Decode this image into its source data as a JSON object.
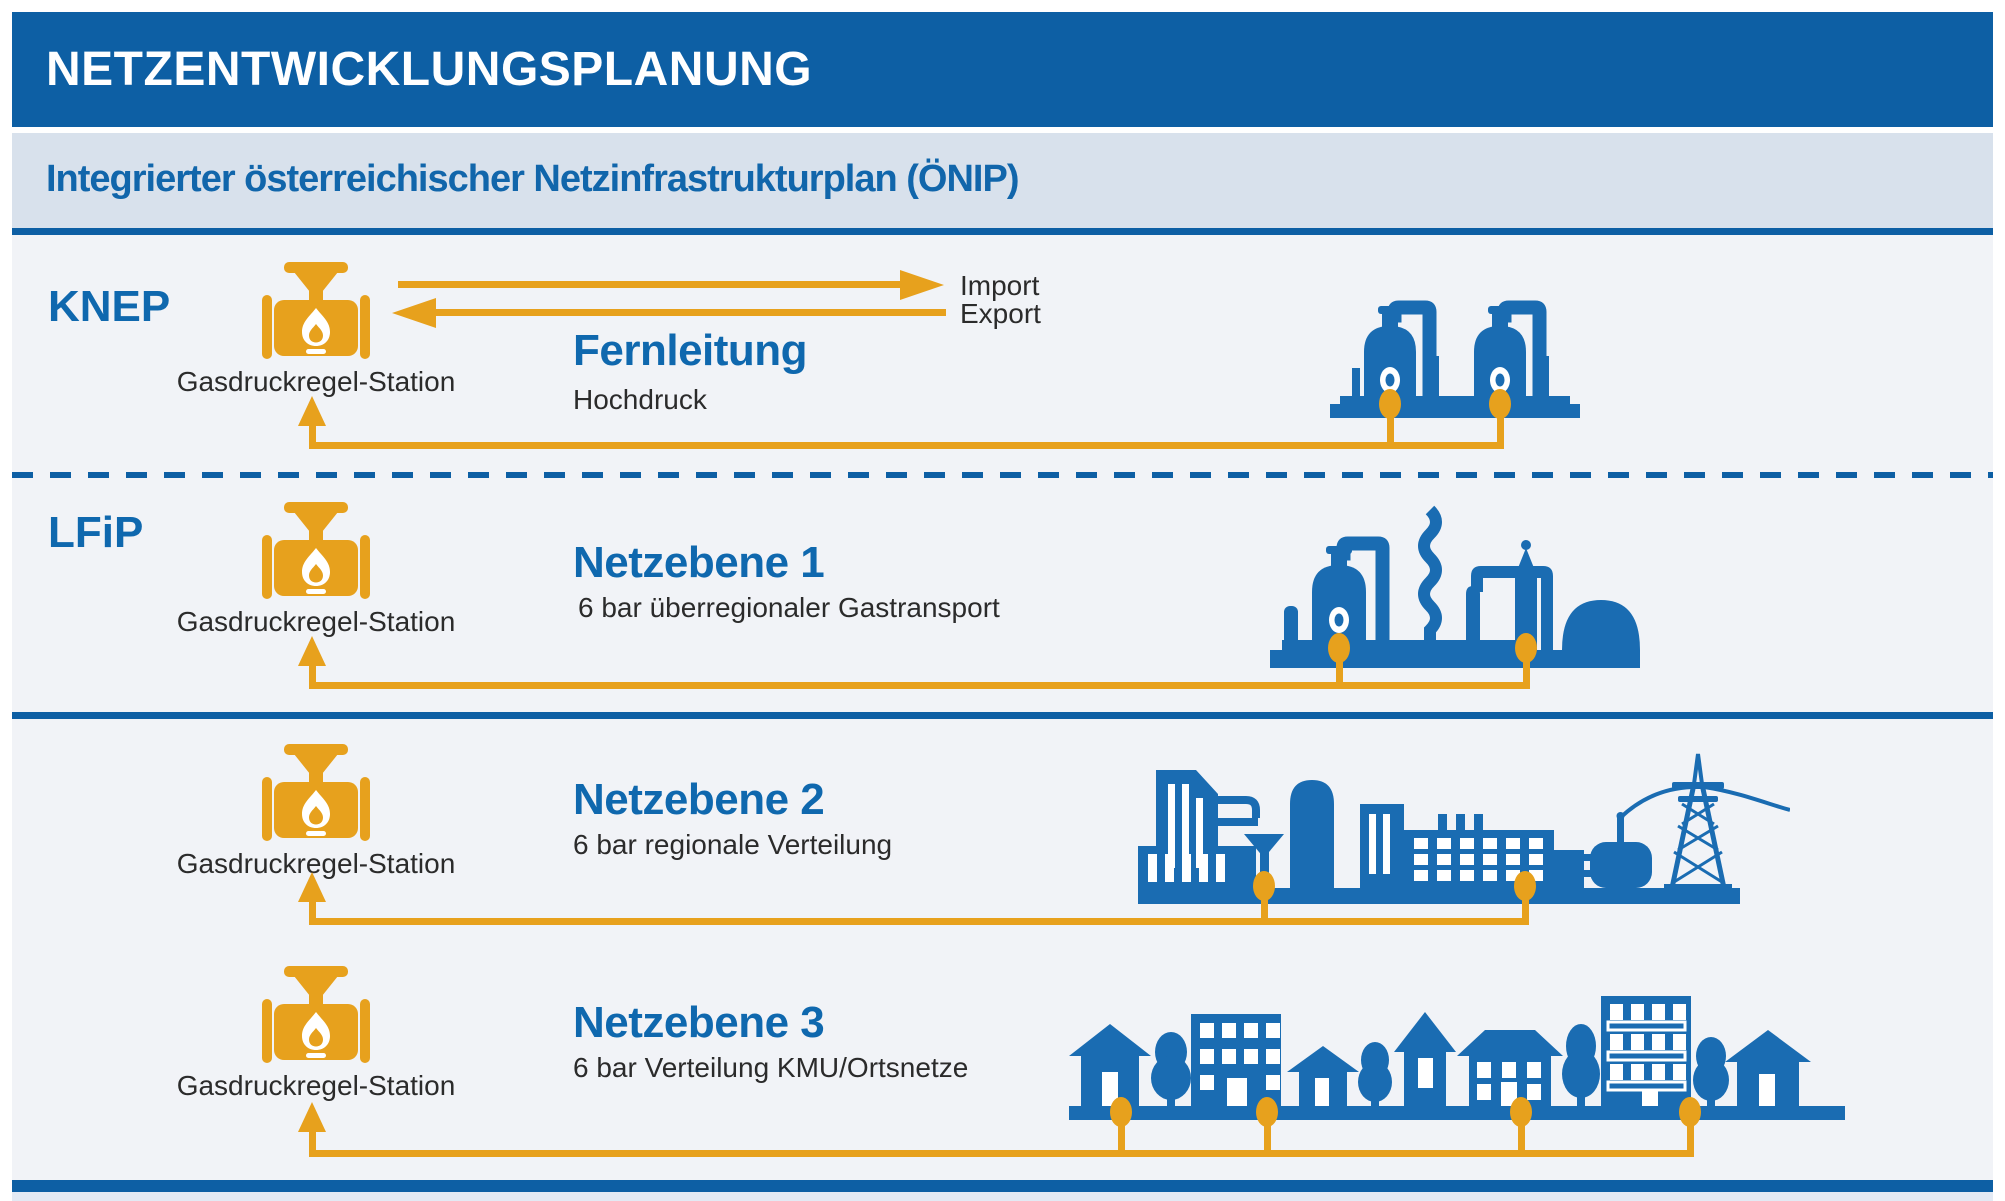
{
  "page": {
    "title": "NETZENTWICKLUNGSPLANUNG",
    "subtitle": "Integrierter österreichischer Netzinfrastrukturplan (ÖNIP)"
  },
  "colors": {
    "primary_blue": "#0d5fa4",
    "heading_blue": "#0f68ae",
    "icon_blue": "#1a6cb2",
    "accent_orange": "#e7a11d",
    "subtitle_band_bg": "#d8e1ec",
    "panel_bg": "#f1f3f7",
    "text_dark": "#2b2b2b"
  },
  "rows": [
    {
      "id": "knep",
      "level_label": "KNEP",
      "station_label": "Gasdruckregel-Station",
      "heading": "Fernleitung",
      "subheading": "Hochdruck",
      "import_label": "Import",
      "export_label": "Export",
      "station_icon": "gas-valve-flame-icon",
      "facility_icon": "gas-compressor-storage-station"
    },
    {
      "id": "lfip",
      "level_label": "LFiP",
      "station_label": "Gasdruckregel-Station",
      "heading": "Netzebene 1",
      "subheading": "6 bar überregionaler Gastransport",
      "station_icon": "gas-valve-flame-icon",
      "facility_icon": "refinery-plant"
    },
    {
      "id": "netzebene2",
      "level_label": "",
      "station_label": "Gasdruckregel-Station",
      "heading": "Netzebene 2",
      "subheading": "6 bar regionale Verteilung",
      "station_icon": "gas-valve-flame-icon",
      "facility_icon": "industrial-complex-with-power-pylon"
    },
    {
      "id": "netzebene3",
      "level_label": "",
      "station_label": "Gasdruckregel-Station",
      "heading": "Netzebene 3",
      "subheading": "6 bar Verteilung KMU/Ortsnetze",
      "station_icon": "gas-valve-flame-icon",
      "facility_icon": "town-with-houses-and-buildings"
    }
  ]
}
